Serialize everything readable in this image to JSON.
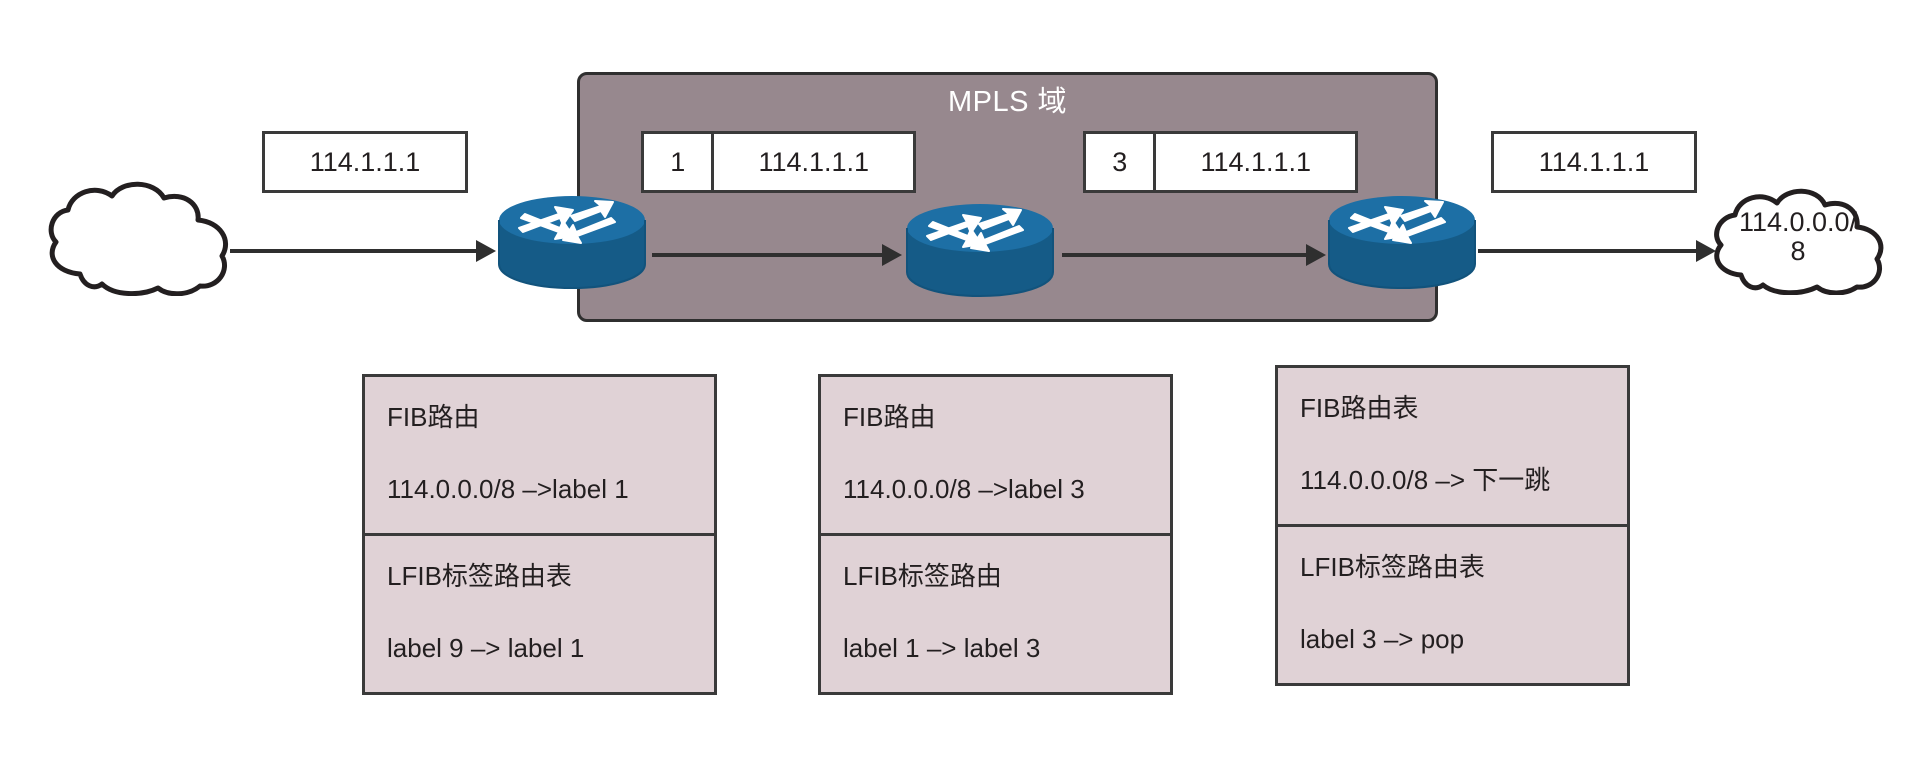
{
  "diagram": {
    "title": "MPLS label switching path diagram",
    "domain_panel": {
      "label": "MPLS 域",
      "fill_color": "#97888e",
      "border_color": "#2f2f2f"
    },
    "clouds": [
      {
        "name": "source-network-cloud",
        "text": ""
      },
      {
        "name": "destination-network-cloud",
        "text": "114.0.0.0/\n8"
      }
    ],
    "packets": [
      {
        "name": "packet-ingress",
        "label": "",
        "ip": "114.1.1.1",
        "has_label_cell": false
      },
      {
        "name": "packet-hop-1",
        "label": "1",
        "ip": "114.1.1.1",
        "has_label_cell": true
      },
      {
        "name": "packet-hop-2",
        "label": "3",
        "ip": "114.1.1.1",
        "has_label_cell": true
      },
      {
        "name": "packet-egress",
        "label": "",
        "ip": "114.1.1.1",
        "has_label_cell": false
      }
    ],
    "routers": [
      {
        "name": "router-ingress-ler"
      },
      {
        "name": "router-transit-lsr"
      },
      {
        "name": "router-egress-ler"
      }
    ],
    "tables": [
      {
        "name": "router-1-routing-tables",
        "fib_title": "FIB路由",
        "fib_entry": "114.0.0.0/8 –>label 1",
        "lfib_title": "LFIB标签路由表",
        "lfib_entry": "label 9 –> label 1"
      },
      {
        "name": "router-2-routing-tables",
        "fib_title": "FIB路由",
        "fib_entry": "114.0.0.0/8 –>label 3",
        "lfib_title": "LFIB标签路由",
        "lfib_entry": "label 1 –> label 3"
      },
      {
        "name": "router-3-routing-tables",
        "fib_title": "FIB路由表",
        "fib_entry": "114.0.0.0/8 –> 下一跳",
        "lfib_title": "LFIB标签路由表",
        "lfib_entry": "label 3 –> pop"
      }
    ],
    "colors": {
      "router_body": "#1d6fa5",
      "router_body_dark": "#155b87",
      "table_fill": "#e0d2d6",
      "domain_fill": "#97888e",
      "stroke": "#2f2f2f"
    }
  }
}
